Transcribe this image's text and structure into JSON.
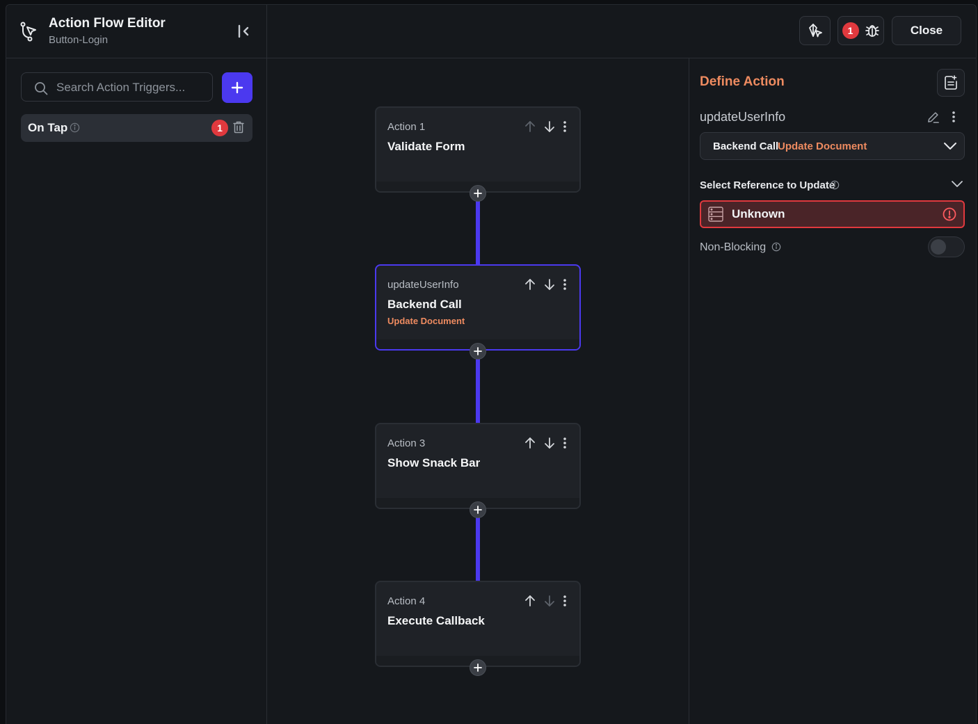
{
  "header": {
    "title": "Action Flow Editor",
    "subtitle": "Button-Login",
    "close_label": "Close",
    "debug_count": "1"
  },
  "sidebar": {
    "search_placeholder": "Search Action Triggers...",
    "triggers": [
      {
        "label": "On Tap",
        "badge": "1"
      }
    ]
  },
  "flow": {
    "actions": [
      {
        "kicker": "Action 1",
        "title": "Validate Form",
        "subtitle": ""
      },
      {
        "kicker": "updateUserInfo",
        "title": "Backend Call",
        "subtitle": "Update Document"
      },
      {
        "kicker": "Action 3",
        "title": "Show Snack Bar",
        "subtitle": ""
      },
      {
        "kicker": "Action 4",
        "title": "Execute Callback",
        "subtitle": ""
      }
    ]
  },
  "panel": {
    "title": "Define Action",
    "action_name": "updateUserInfo",
    "action_type": "Backend Call",
    "action_subtype": "Update Document",
    "reference_label": "Select Reference to Update",
    "reference_value": "Unknown",
    "non_blocking_label": "Non-Blocking",
    "non_blocking_enabled": false
  },
  "colors": {
    "accent": "#4b39ef",
    "highlight": "#ee8b60",
    "error": "#e0393e"
  }
}
